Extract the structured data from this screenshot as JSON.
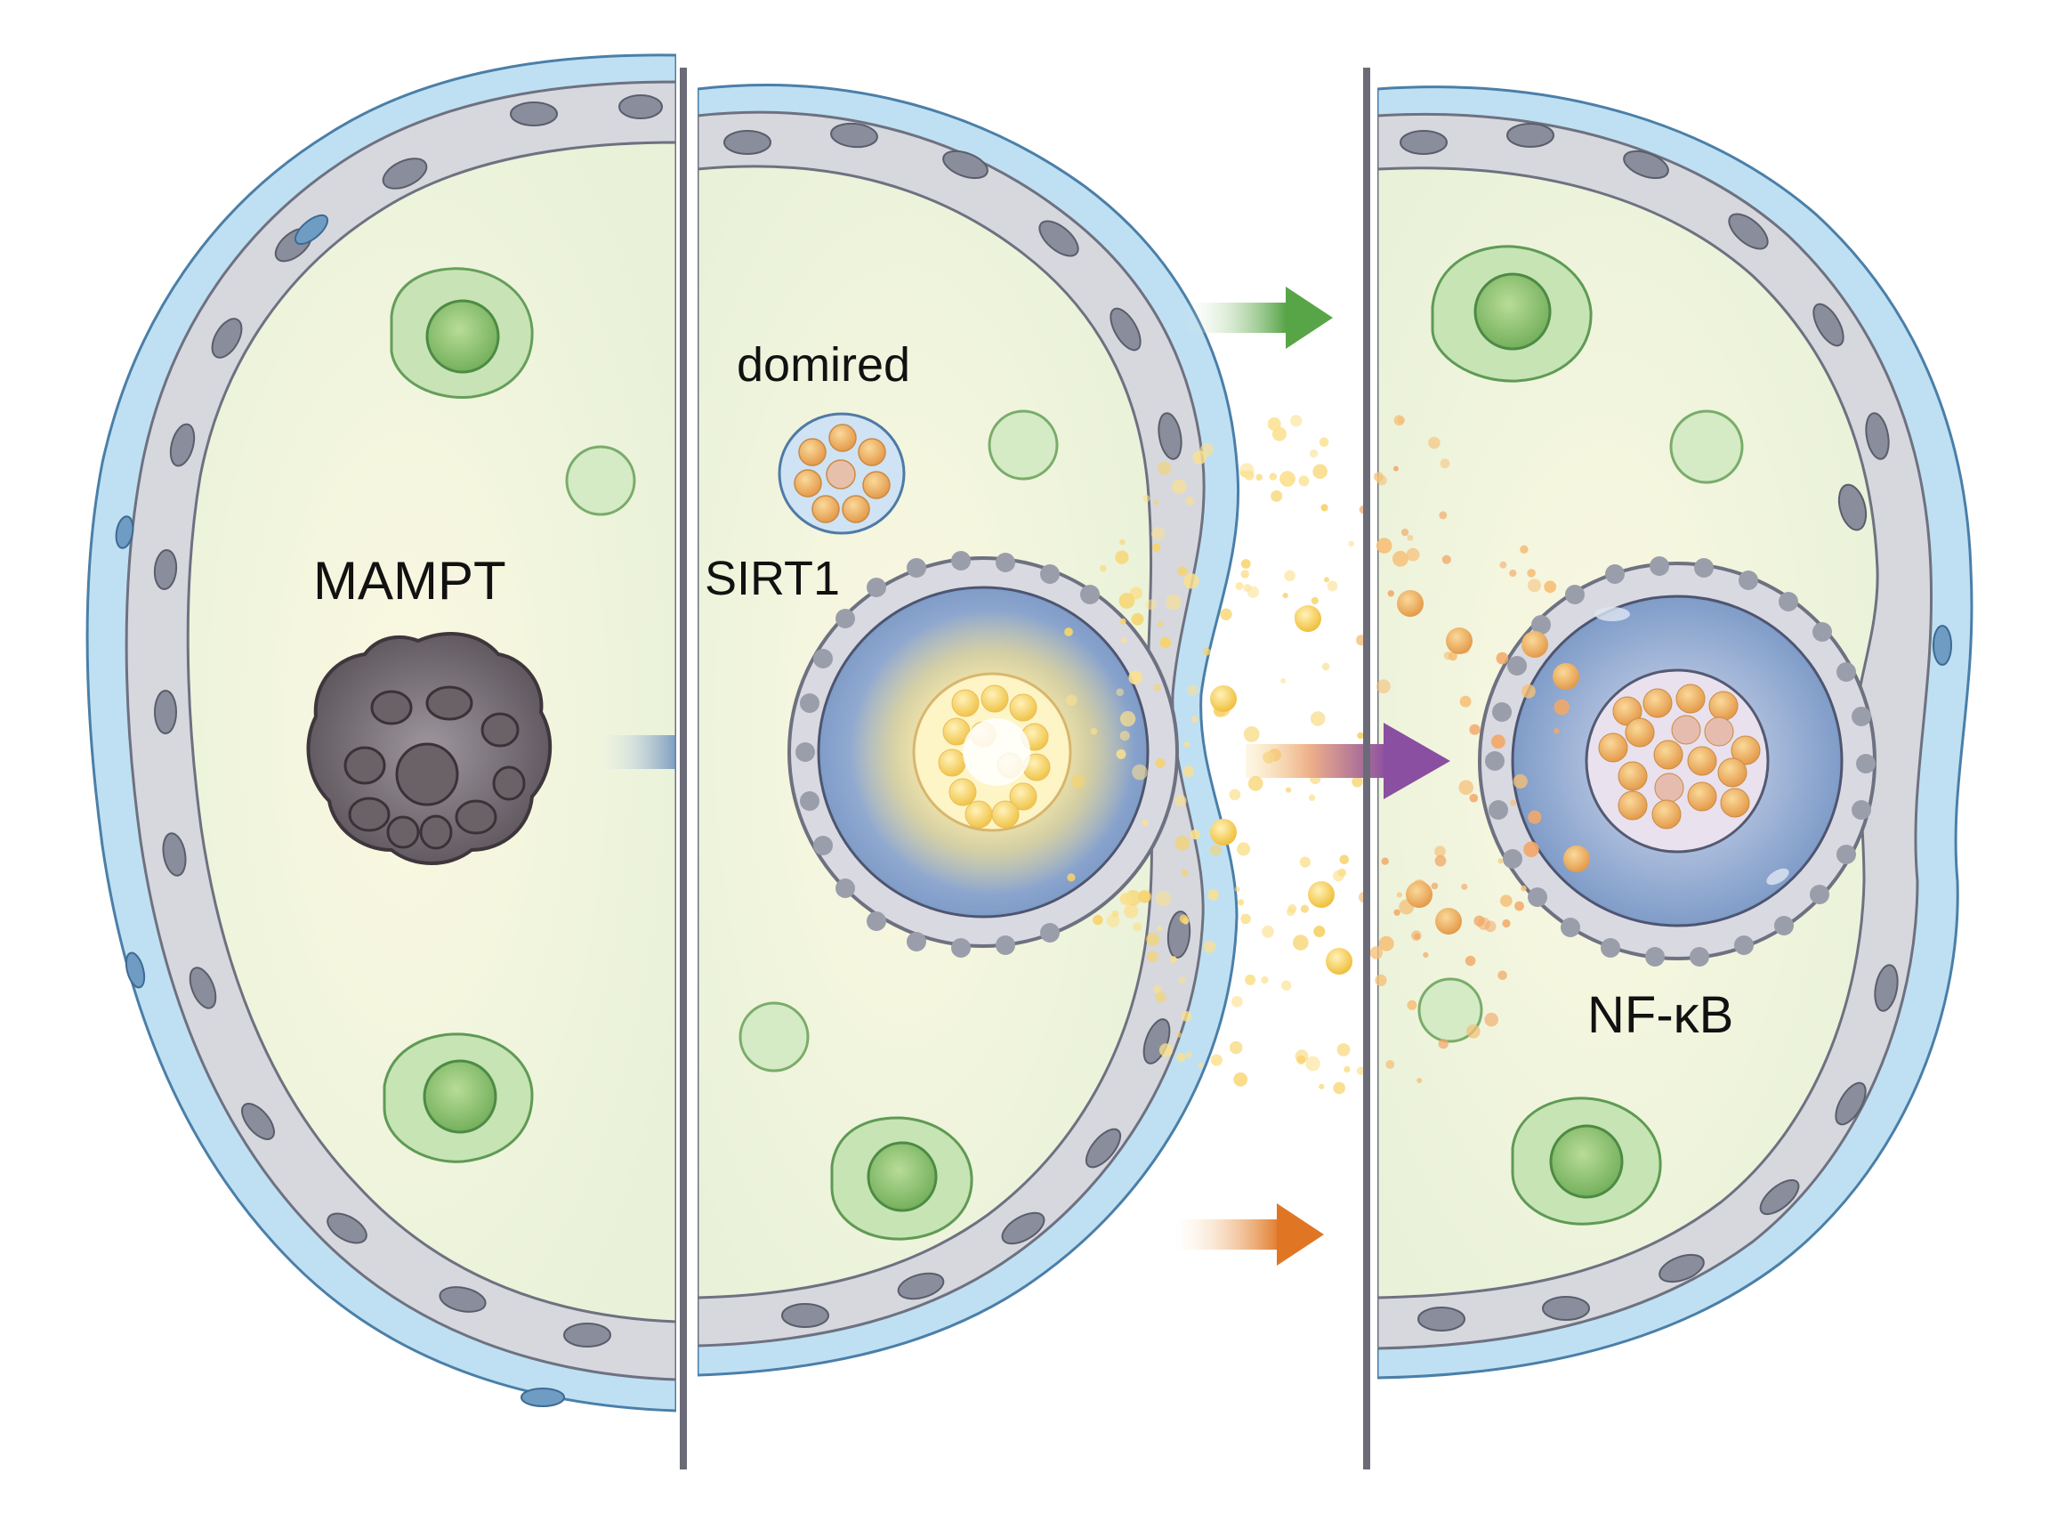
{
  "figure": {
    "title": "",
    "panels": [
      {
        "id": "left",
        "label": "MAMPT"
      },
      {
        "id": "middle",
        "labels": [
          "domired",
          "SIRT1"
        ]
      },
      {
        "id": "right",
        "label": "NF-κB"
      }
    ]
  },
  "labels": {
    "mampt": "MAMPT",
    "domired": "domired",
    "sirt1": "SIRT1",
    "nfkb": "NF-κB"
  },
  "arrows": [
    {
      "id": "blue",
      "color_start": "#e8f0fb",
      "color_end": "#2e5fa3"
    },
    {
      "id": "green",
      "color_start": "#eef6e6",
      "color_end": "#5aa64a"
    },
    {
      "id": "gradient",
      "color_start": "#f7d98a",
      "color_end": "#8a4fa0"
    },
    {
      "id": "orange",
      "color_start": "#fbe9c8",
      "color_end": "#e17a26"
    }
  ],
  "colors": {
    "background": "#ffffff",
    "outer_membrane": "#bfe0f3",
    "epithelium": "#d6d8de",
    "cytoplasm": "#f4f6df",
    "nucleus_green": "#9ccb7c",
    "divider": "#6b6b78",
    "cluster_dark": "#5b5158",
    "oocyte_blue": "#8fa9cf",
    "granule_orange": "#f0b15e"
  }
}
